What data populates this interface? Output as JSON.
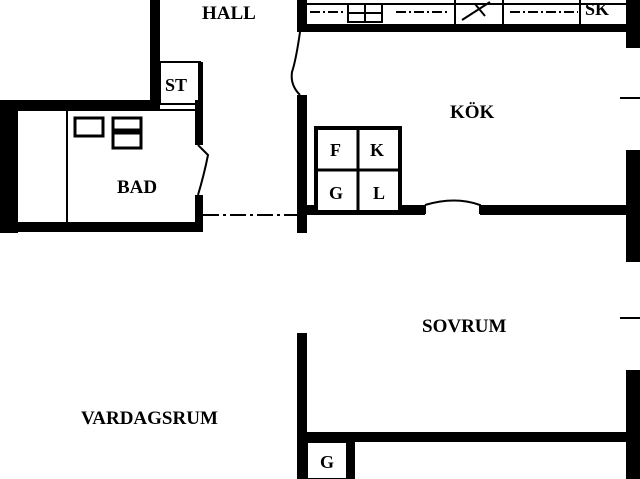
{
  "plan": {
    "rooms": {
      "hall": "HALL",
      "kok": "KÖK",
      "bad": "BAD",
      "sovrum": "SOVRUM",
      "vardagsrum": "VARDAGSRUM"
    },
    "fixtures": {
      "st": "ST",
      "sk": "SK",
      "f": "F",
      "k": "K",
      "g": "G",
      "l": "L",
      "g_bottom": "G"
    }
  }
}
